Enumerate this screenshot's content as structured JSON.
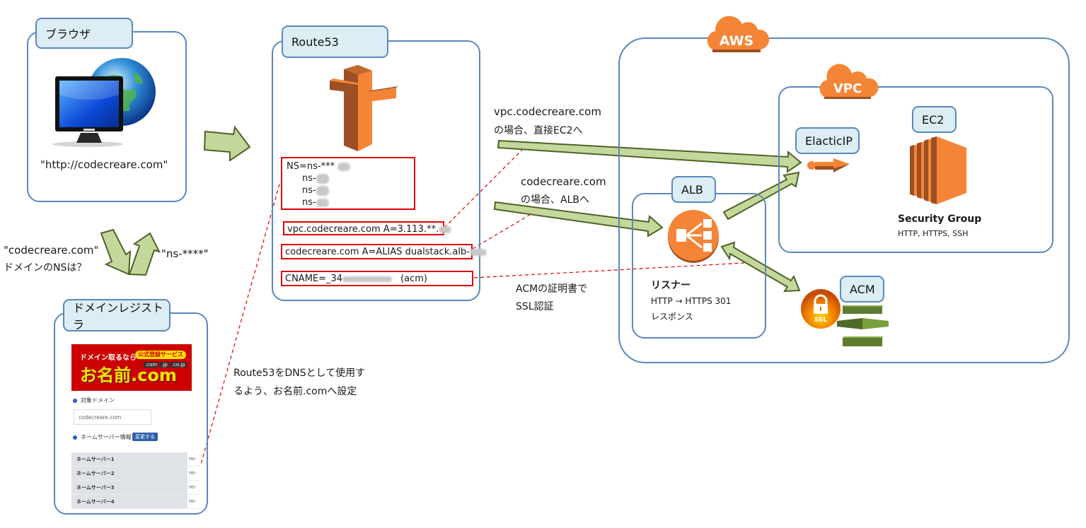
{
  "colors": {
    "group_border": "#5a88be",
    "tag_fill": "#dcedf4",
    "arrow_fill": "#c5d89c",
    "arrow_stroke": "#4f6228",
    "aws_orange": "#f58536",
    "aws_dark_orange": "#9d5025",
    "record_box": "#e00000",
    "dashed_link": "#e00000"
  },
  "browser": {
    "title": "ブラウザ",
    "url": "\"http://codecreare.com\"",
    "icon": "computer-globe-icon"
  },
  "query": {
    "question_line1": "\"codecreare.com\"",
    "question_line2": "ドメインのNSは？",
    "answer": "\"ns-****\""
  },
  "registrar": {
    "title": "ドメインレジストラ",
    "banner_tagline": "ドメイン取るなら",
    "banner_badge": "公式登録サービス",
    "banner_brand": "お名前.com",
    "banner_tlds": [
      ".com",
      ".jp",
      ".co.jp"
    ],
    "target_domain_label": "対象ドメイン",
    "target_domain_value": "codecreare.com",
    "nameserver_label": "ネームサーバー情報",
    "change_button": "変更する",
    "nameservers": [
      {
        "label": "ネームサーバー1",
        "value": "ns-"
      },
      {
        "label": "ネームサーバー2",
        "value": "ns-"
      },
      {
        "label": "ネームサーバー3",
        "value": "ns-"
      },
      {
        "label": "ネームサーバー4",
        "value": "ns-"
      }
    ],
    "note_line1": "Route53をDNSとして使用す",
    "note_line2": "るよう、お名前.comへ設定"
  },
  "route53": {
    "title": "Route53",
    "icon": "route53-icon",
    "ns_records": [
      "NS=ns-***",
      "ns-",
      "ns-",
      "ns-"
    ],
    "record_vpc": "vpc.codecreare.com  A=3.113.**.",
    "record_alias": "codecreare.com  A=ALIAS dualstack.alb-",
    "record_cname_prefix": "CNAME=_34",
    "record_cname_suffix": "(acm)"
  },
  "routes": {
    "vpc_line1": "vpc.codecreare.com",
    "vpc_line2": "の場合、直接EC2へ",
    "alb_line1": "codecreare.com",
    "alb_line2": "の場合、ALBへ",
    "acm_line1": "ACMの証明書で",
    "acm_line2": "SSL認証"
  },
  "aws": {
    "label": "AWS",
    "vpc_label": "VPC",
    "elastic_ip": "ElacticIP",
    "ec2": "EC2",
    "security_group_title": "Security Group",
    "security_group_rules": "HTTP, HTTPS, SSH",
    "alb": "ALB",
    "listener_title": "リスナー",
    "listener_rule": "HTTP → HTTPS  301",
    "listener_response": "レスポンス",
    "acm": "ACM",
    "ssl_badge": "SSL"
  }
}
